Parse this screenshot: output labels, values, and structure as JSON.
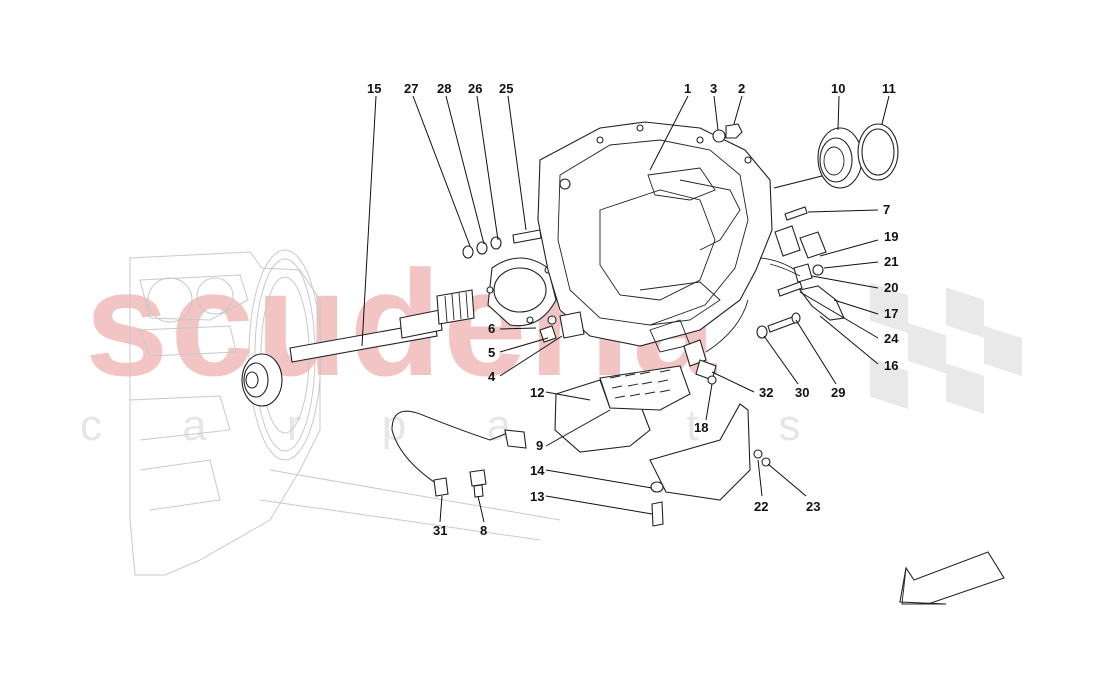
{
  "watermark": {
    "brand": "scuderia",
    "sub": "c a r   p a r t s"
  },
  "callouts": [
    {
      "id": "15",
      "label": "15"
    },
    {
      "id": "27",
      "label": "27"
    },
    {
      "id": "28",
      "label": "28"
    },
    {
      "id": "26",
      "label": "26"
    },
    {
      "id": "25",
      "label": "25"
    },
    {
      "id": "1",
      "label": "1"
    },
    {
      "id": "3",
      "label": "3"
    },
    {
      "id": "2",
      "label": "2"
    },
    {
      "id": "10",
      "label": "10"
    },
    {
      "id": "11",
      "label": "11"
    },
    {
      "id": "7",
      "label": "7"
    },
    {
      "id": "19",
      "label": "19"
    },
    {
      "id": "21",
      "label": "21"
    },
    {
      "id": "20",
      "label": "20"
    },
    {
      "id": "17",
      "label": "17"
    },
    {
      "id": "24",
      "label": "24"
    },
    {
      "id": "16",
      "label": "16"
    },
    {
      "id": "6",
      "label": "6"
    },
    {
      "id": "5",
      "label": "5"
    },
    {
      "id": "4",
      "label": "4"
    },
    {
      "id": "12",
      "label": "12"
    },
    {
      "id": "9",
      "label": "9"
    },
    {
      "id": "32",
      "label": "32"
    },
    {
      "id": "30",
      "label": "30"
    },
    {
      "id": "29",
      "label": "29"
    },
    {
      "id": "18",
      "label": "18"
    },
    {
      "id": "14",
      "label": "14"
    },
    {
      "id": "13",
      "label": "13"
    },
    {
      "id": "22",
      "label": "22"
    },
    {
      "id": "23",
      "label": "23"
    },
    {
      "id": "31",
      "label": "31"
    },
    {
      "id": "8",
      "label": "8"
    }
  ]
}
